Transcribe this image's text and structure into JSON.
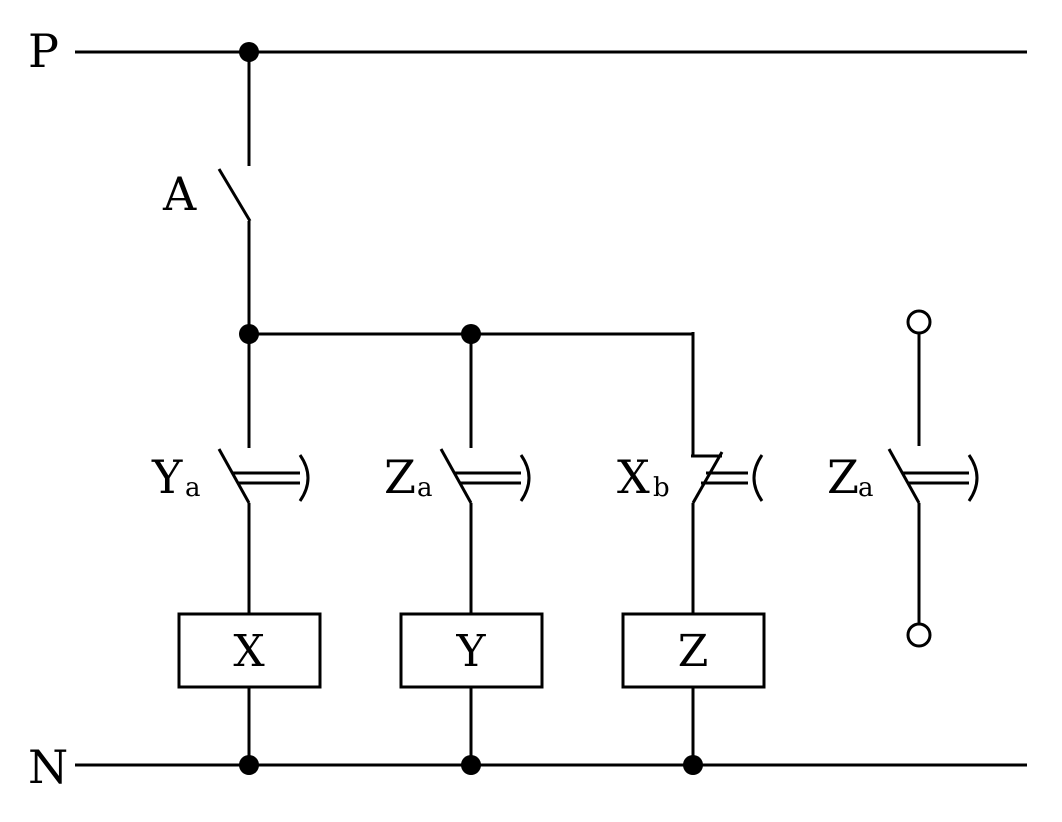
{
  "rails": {
    "top_label": "P",
    "bottom_label": "N"
  },
  "switch_a": {
    "label": "A"
  },
  "contacts": [
    {
      "main": "Y",
      "sub": "a",
      "kind": "normally-open"
    },
    {
      "main": "Z",
      "sub": "a",
      "kind": "normally-open"
    },
    {
      "main": "X",
      "sub": "b",
      "kind": "normally-closed"
    },
    {
      "main": "Z",
      "sub": "a",
      "kind": "normally-open"
    }
  ],
  "coils": [
    {
      "label": "X"
    },
    {
      "label": "Y"
    },
    {
      "label": "Z"
    }
  ],
  "icons": {
    "junction": "filled-dot-icon",
    "terminal": "open-circle-icon"
  },
  "colors": {
    "line": "#000000",
    "background": "#ffffff"
  }
}
